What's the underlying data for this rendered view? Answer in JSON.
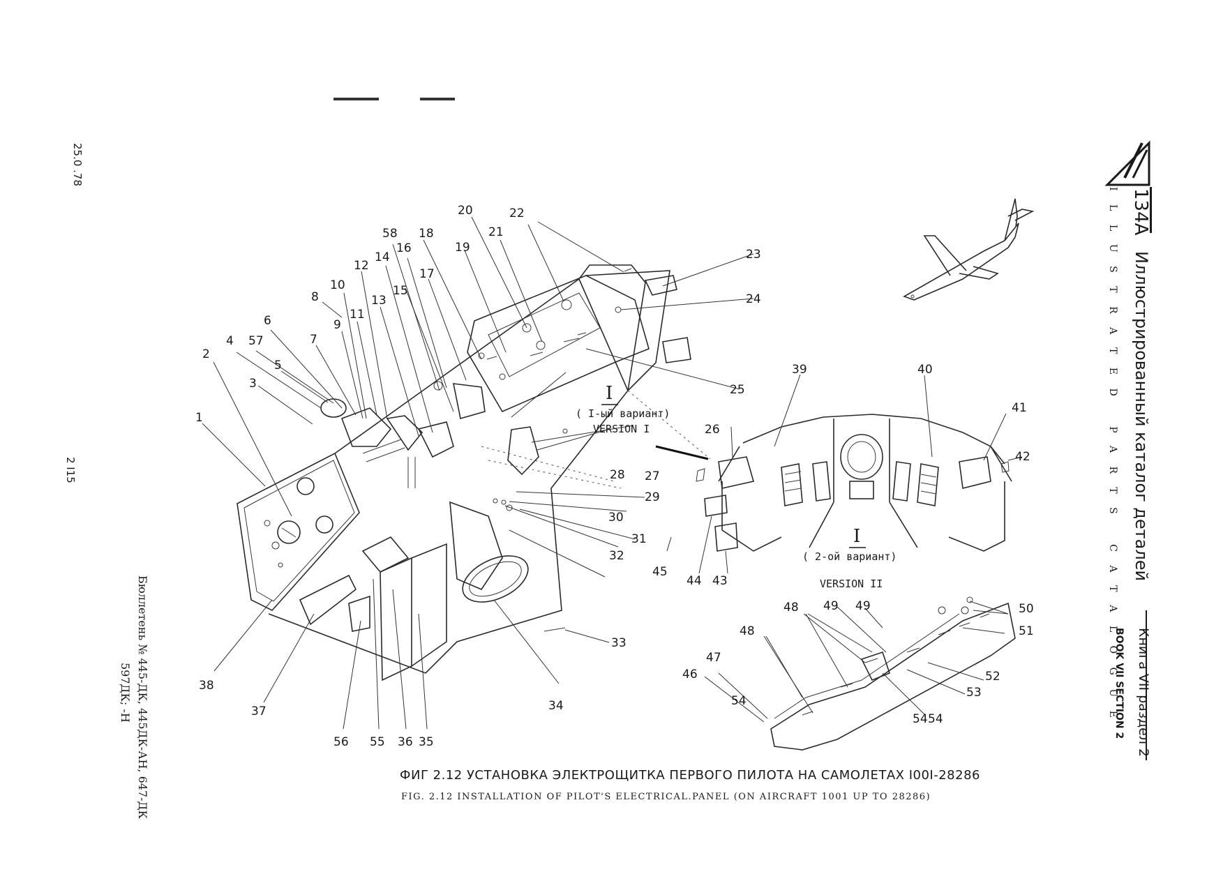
{
  "header": {
    "logo_mark": "Tu",
    "model": "134A",
    "title_ru": "Иллюстрированный каталог деталей",
    "title_en": "ILLUSTRATED PARTS CATALOGUE",
    "book_ru": "Книга VII раздел 2",
    "book_en": "BOOK VII SECTION 2"
  },
  "left_margin": {
    "date": "25.0 .78",
    "page": "2 I15",
    "bulletin_line1": "Бюллетень № 445-ДК, 445ДК-АН, 647-ДК",
    "bulletin_line2": "597ДК; -Н"
  },
  "caption": {
    "ru": "ФИГ 2.12 УСТАНОВКА ЭЛЕКТРОЩИТКА ПЕРВОГО ПИЛОТА НА САМОЛЕТАХ I00I-28286",
    "en": "FIG. 2.12 INSTALLATION OF PILOT'S ELECTRICAL.PANEL (ON AIRCRAFT 1001 UP TO 28286)"
  },
  "views": {
    "version1_roman": "I",
    "version1_ru": "( I-ый вариант)",
    "version1_en": "VERSION I",
    "version2_roman": "I",
    "version2_ru": "( 2-ой вариант)",
    "version2_en": "VERSION II"
  },
  "part_numbers": [
    "1",
    "2",
    "3",
    "4",
    "57",
    "5",
    "6",
    "7",
    "8",
    "9",
    "10",
    "11",
    "12",
    "13",
    "14",
    "58",
    "16",
    "15",
    "17",
    "18",
    "19",
    "20",
    "21",
    "22",
    "23",
    "24",
    "25",
    "26",
    "27",
    "28",
    "29",
    "30",
    "31",
    "32",
    "33",
    "34",
    "35",
    "36",
    "55",
    "56",
    "37",
    "38",
    "39",
    "40",
    "41",
    "42",
    "43",
    "44",
    "45",
    "46",
    "47",
    "48",
    "48",
    "49",
    "49",
    "54",
    "54",
    "50",
    "51",
    "52",
    "53",
    "54"
  ]
}
